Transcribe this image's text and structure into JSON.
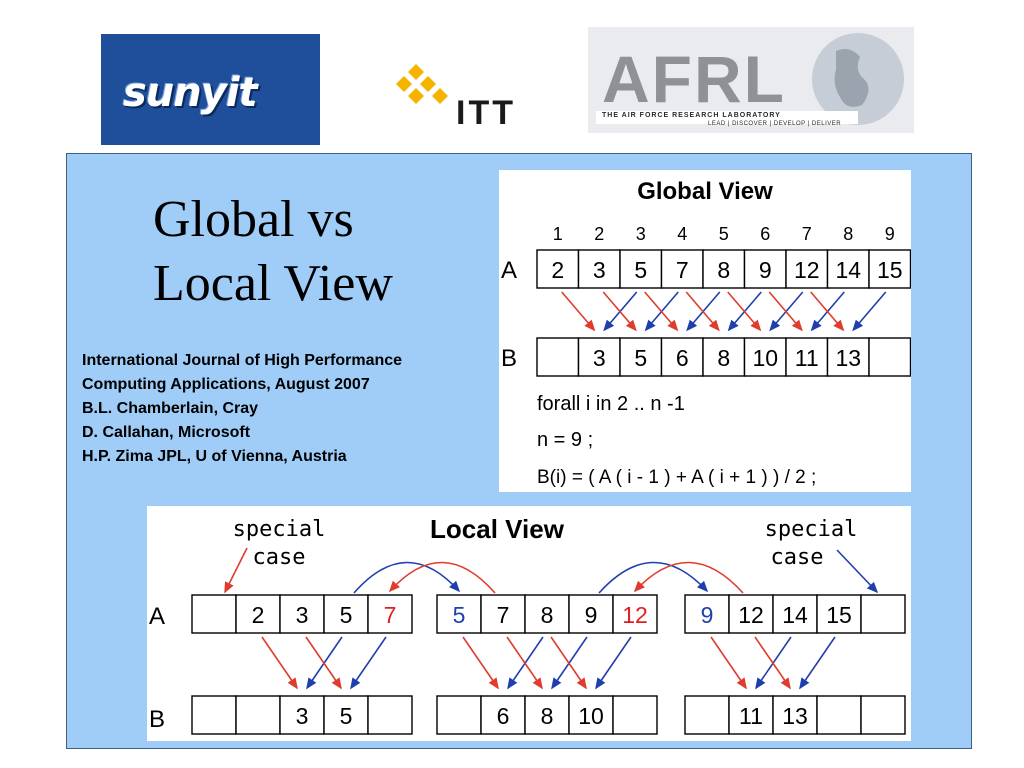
{
  "logos": {
    "suny": {
      "name": "sunyit",
      "bg": "#1f4f9a"
    },
    "itt": {
      "name": "ITT",
      "accent": "#f5b400"
    },
    "afrl": {
      "name": "AFRL",
      "line1": "THE AIR FORCE RESEARCH LABORATORY",
      "line2": "LEAD | DISCOVER | DEVELOP | DELIVER"
    }
  },
  "title": {
    "line1": "Global vs",
    "line2": "Local View"
  },
  "citation": [
    "International Journal of High Performance",
    "Computing Applications, August 2007",
    "B.L. Chamberlain, Cray",
    "D. Callahan, Microsoft",
    "H.P. Zima  JPL, U of Vienna, Austria"
  ],
  "global_view": {
    "title": "Global View",
    "indices": [
      "1",
      "2",
      "3",
      "4",
      "5",
      "6",
      "7",
      "8",
      "9"
    ],
    "row_a_label": "A",
    "row_b_label": "B",
    "a_values": [
      "2",
      "3",
      "5",
      "7",
      "8",
      "9",
      "12",
      "14",
      "15"
    ],
    "b_values": [
      "",
      "3",
      "5",
      "6",
      "8",
      "10",
      "11",
      "13",
      ""
    ],
    "code": [
      "forall  i  in  2 .. n -1",
      "n = 9 ;",
      "B(i) = ( A ( i - 1 ) + A ( i + 1 ) ) / 2 ;"
    ]
  },
  "local_view": {
    "title": "Local View",
    "special_left": [
      "special",
      "case"
    ],
    "special_right": [
      "special",
      "case"
    ],
    "row_a_label": "A",
    "row_b_label": "B",
    "a_blocks": [
      [
        {
          "v": "",
          "c": "k"
        },
        {
          "v": "2",
          "c": "k"
        },
        {
          "v": "3",
          "c": "k"
        },
        {
          "v": "5",
          "c": "k"
        },
        {
          "v": "7",
          "c": "r"
        }
      ],
      [
        {
          "v": "5",
          "c": "b"
        },
        {
          "v": "7",
          "c": "k"
        },
        {
          "v": "8",
          "c": "k"
        },
        {
          "v": "9",
          "c": "k"
        },
        {
          "v": "12",
          "c": "r"
        }
      ],
      [
        {
          "v": "9",
          "c": "b"
        },
        {
          "v": "12",
          "c": "k"
        },
        {
          "v": "14",
          "c": "k"
        },
        {
          "v": "15",
          "c": "k"
        },
        {
          "v": "",
          "c": "k"
        }
      ]
    ],
    "b_blocks": [
      [
        "",
        "",
        "3",
        "5",
        ""
      ],
      [
        "",
        "6",
        "8",
        "10",
        ""
      ],
      [
        "",
        "11",
        "13",
        "",
        ""
      ]
    ]
  },
  "colors": {
    "panel": "#9fcdf7",
    "red_arrow": "#e03c2e",
    "blue_arrow": "#1f3fae",
    "ghost_red": "#e02020",
    "ghost_blue": "#1f3fae"
  }
}
